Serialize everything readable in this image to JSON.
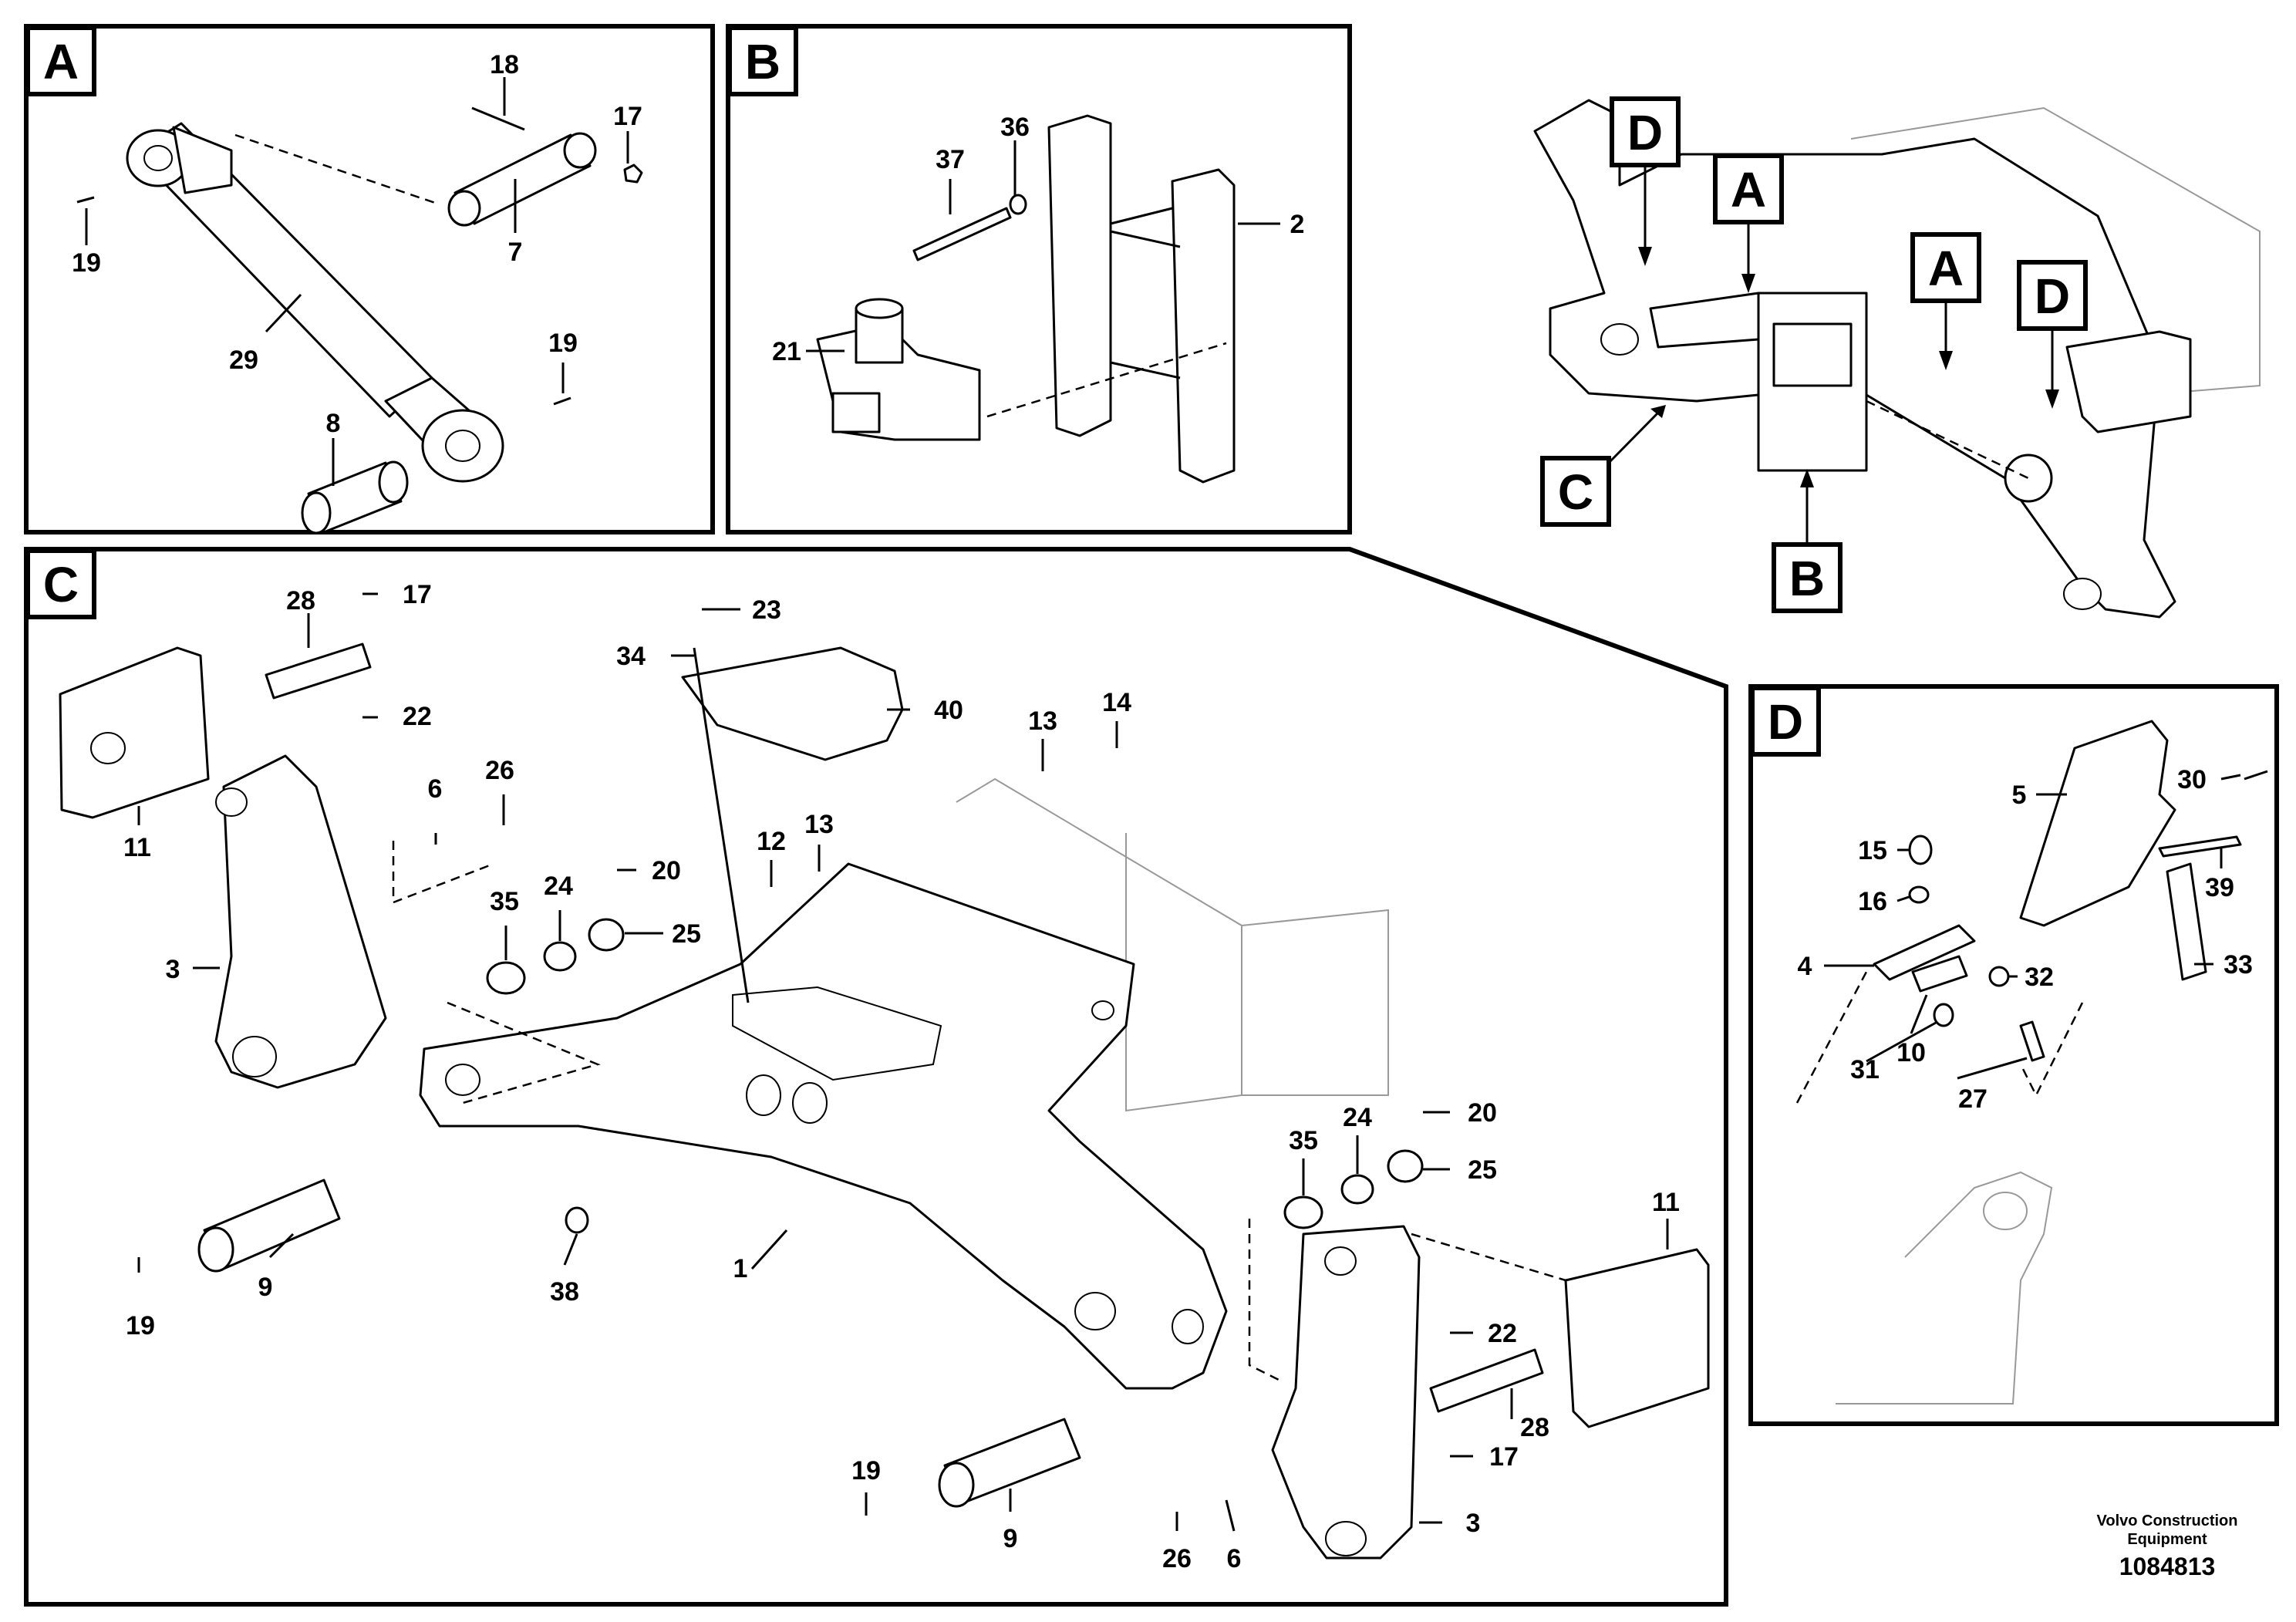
{
  "panels": {
    "A": {
      "label": "A",
      "callouts": [
        "18",
        "17",
        "19",
        "7",
        "29",
        "19",
        "8"
      ]
    },
    "B": {
      "label": "B",
      "callouts": [
        "37",
        "36",
        "2",
        "21"
      ]
    },
    "overview": {
      "labels": [
        "D",
        "A",
        "A",
        "D",
        "C",
        "B"
      ]
    },
    "C": {
      "label": "C",
      "callouts": [
        "28",
        "17",
        "22",
        "11",
        "26",
        "6",
        "3",
        "35",
        "24",
        "20",
        "25",
        "23",
        "34",
        "40",
        "13",
        "14",
        "12",
        "13",
        "9",
        "19",
        "38",
        "1",
        "35",
        "24",
        "20",
        "25",
        "11",
        "22",
        "28",
        "17",
        "19",
        "9",
        "26",
        "6",
        "3"
      ]
    },
    "D": {
      "label": "D",
      "callouts": [
        "5",
        "30",
        "15",
        "16",
        "39",
        "4",
        "32",
        "33",
        "31",
        "10",
        "27"
      ]
    }
  },
  "footer": {
    "company_line1": "Volvo Construction",
    "company_line2": "Equipment",
    "drawing_number": "1084813"
  }
}
